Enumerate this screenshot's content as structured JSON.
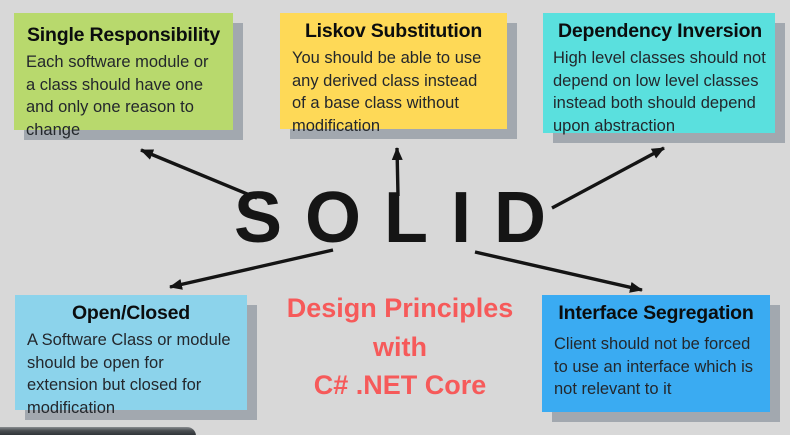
{
  "background": "#d8d8d8",
  "center": {
    "acronym": "SOLID",
    "acronym_color": "#151515",
    "caption_lines": [
      "Design Principles",
      "with",
      "C# .NET Core"
    ],
    "caption_color": "#f65a5a"
  },
  "principles": [
    {
      "id": "single-responsibility",
      "title": "Single Responsibility",
      "body": "Each software module or a class should have one and only one reason to change",
      "color": "#b8d96d"
    },
    {
      "id": "liskov-substitution",
      "title": "Liskov Substitution",
      "body": "You should be able to use any derived class instead of a base class without modification",
      "color": "#fed957"
    },
    {
      "id": "dependency-inversion",
      "title": "Dependency Inversion",
      "body": "High level classes should not depend on low level classes instead both should depend upon abstraction",
      "color": "#5ae0de"
    },
    {
      "id": "open-closed",
      "title": "Open/Closed",
      "body": "A Software Class or module should be open for extension but closed for modification",
      "color": "#8cd3eb"
    },
    {
      "id": "interface-segregation",
      "title": "Interface Segregation",
      "body": "Client should not be forced to use an interface which is not relevant to it",
      "color": "#3aabf2"
    }
  ],
  "arrow_color": "#141414",
  "shadow_color": "#a2a8af"
}
